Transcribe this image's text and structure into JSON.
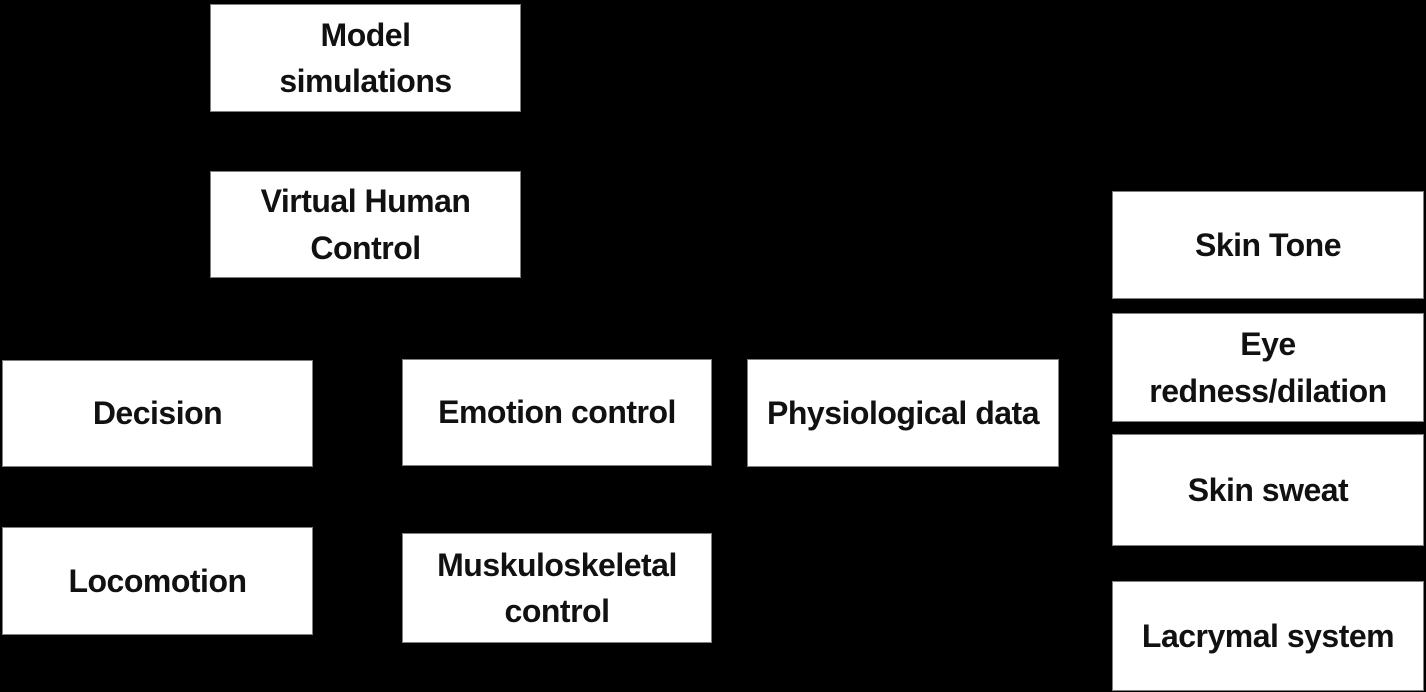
{
  "canvas": {
    "background_color": "#000000",
    "box_fill_color": "#ffffff",
    "box_border_color": "#7f7f7f",
    "text_color": "#111111"
  },
  "diagram": {
    "type": "flowchart-boxes",
    "boxes": [
      {
        "id": "model-simulations",
        "label": "Model\nsimulations"
      },
      {
        "id": "virtual-human-control",
        "label": "Virtual Human\nControl"
      },
      {
        "id": "decision",
        "label": "Decision"
      },
      {
        "id": "locomotion",
        "label": "Locomotion"
      },
      {
        "id": "emotion-control",
        "label": "Emotion control"
      },
      {
        "id": "muskuloskeletal-control",
        "label": "Muskuloskeletal\ncontrol"
      },
      {
        "id": "physiological-data",
        "label": "Physiological data"
      },
      {
        "id": "skin-tone",
        "label": "Skin Tone"
      },
      {
        "id": "eye-redness-dilation",
        "label": "Eye\nredness/dilation"
      },
      {
        "id": "skin-sweat",
        "label": "Skin sweat"
      },
      {
        "id": "lacrymal-system",
        "label": "Lacrymal system"
      }
    ]
  }
}
